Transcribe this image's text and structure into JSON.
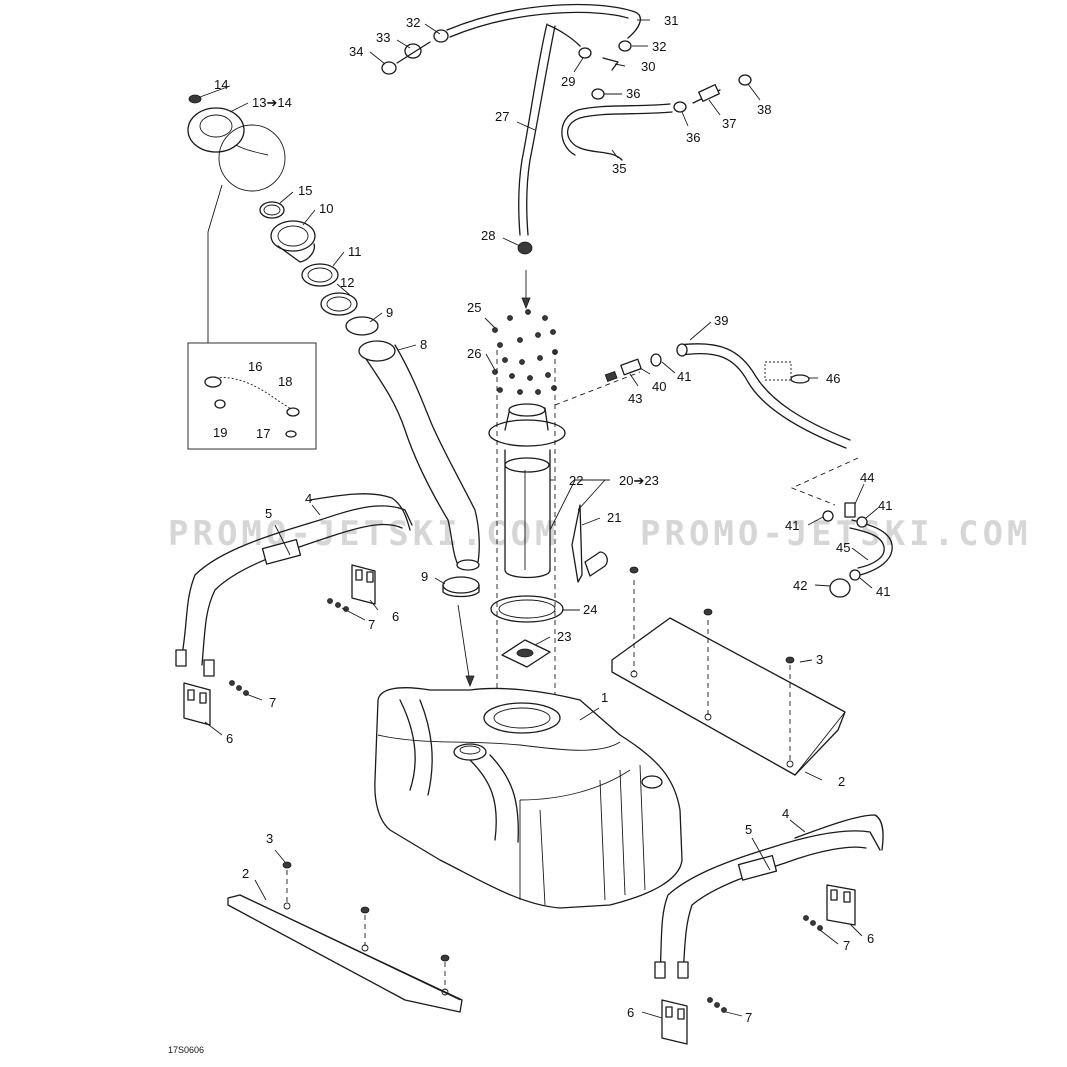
{
  "watermark": "PROMO-JETSKI.COM",
  "reference_code": "17S0606",
  "callouts": [
    {
      "id": "c1",
      "text": "1"
    },
    {
      "id": "c2a",
      "text": "2"
    },
    {
      "id": "c2b",
      "text": "2"
    },
    {
      "id": "c3a",
      "text": "3"
    },
    {
      "id": "c3b",
      "text": "3"
    },
    {
      "id": "c4a",
      "text": "4"
    },
    {
      "id": "c4b",
      "text": "4"
    },
    {
      "id": "c5a",
      "text": "5"
    },
    {
      "id": "c5b",
      "text": "5"
    },
    {
      "id": "c6a",
      "text": "6"
    },
    {
      "id": "c6b",
      "text": "6"
    },
    {
      "id": "c6c",
      "text": "6"
    },
    {
      "id": "c6d",
      "text": "6"
    },
    {
      "id": "c7a",
      "text": "7"
    },
    {
      "id": "c7b",
      "text": "7"
    },
    {
      "id": "c7c",
      "text": "7"
    },
    {
      "id": "c7d",
      "text": "7"
    },
    {
      "id": "c8",
      "text": "8"
    },
    {
      "id": "c9a",
      "text": "9"
    },
    {
      "id": "c9b",
      "text": "9"
    },
    {
      "id": "c10",
      "text": "10"
    },
    {
      "id": "c11",
      "text": "11"
    },
    {
      "id": "c12",
      "text": "12"
    },
    {
      "id": "c13",
      "text": "13➔14"
    },
    {
      "id": "c14",
      "text": "14"
    },
    {
      "id": "c15",
      "text": "15"
    },
    {
      "id": "c16",
      "text": "16"
    },
    {
      "id": "c17",
      "text": "17"
    },
    {
      "id": "c18",
      "text": "18"
    },
    {
      "id": "c19",
      "text": "19"
    },
    {
      "id": "c20",
      "text": "20➔23"
    },
    {
      "id": "c21",
      "text": "21"
    },
    {
      "id": "c22",
      "text": "22"
    },
    {
      "id": "c23",
      "text": "23"
    },
    {
      "id": "c24",
      "text": "24"
    },
    {
      "id": "c25",
      "text": "25"
    },
    {
      "id": "c26",
      "text": "26"
    },
    {
      "id": "c27",
      "text": "27"
    },
    {
      "id": "c28",
      "text": "28"
    },
    {
      "id": "c29",
      "text": "29"
    },
    {
      "id": "c30",
      "text": "30"
    },
    {
      "id": "c31",
      "text": "31"
    },
    {
      "id": "c32a",
      "text": "32"
    },
    {
      "id": "c32b",
      "text": "32"
    },
    {
      "id": "c33",
      "text": "33"
    },
    {
      "id": "c34",
      "text": "34"
    },
    {
      "id": "c35",
      "text": "35"
    },
    {
      "id": "c36a",
      "text": "36"
    },
    {
      "id": "c36b",
      "text": "36"
    },
    {
      "id": "c37",
      "text": "37"
    },
    {
      "id": "c38",
      "text": "38"
    },
    {
      "id": "c39",
      "text": "39"
    },
    {
      "id": "c40",
      "text": "40"
    },
    {
      "id": "c41a",
      "text": "41"
    },
    {
      "id": "c41b",
      "text": "41"
    },
    {
      "id": "c41c",
      "text": "41"
    },
    {
      "id": "c41d",
      "text": "41"
    },
    {
      "id": "c42",
      "text": "42"
    },
    {
      "id": "c43",
      "text": "43"
    },
    {
      "id": "c44",
      "text": "44"
    },
    {
      "id": "c45",
      "text": "45"
    },
    {
      "id": "c46",
      "text": "46"
    }
  ]
}
